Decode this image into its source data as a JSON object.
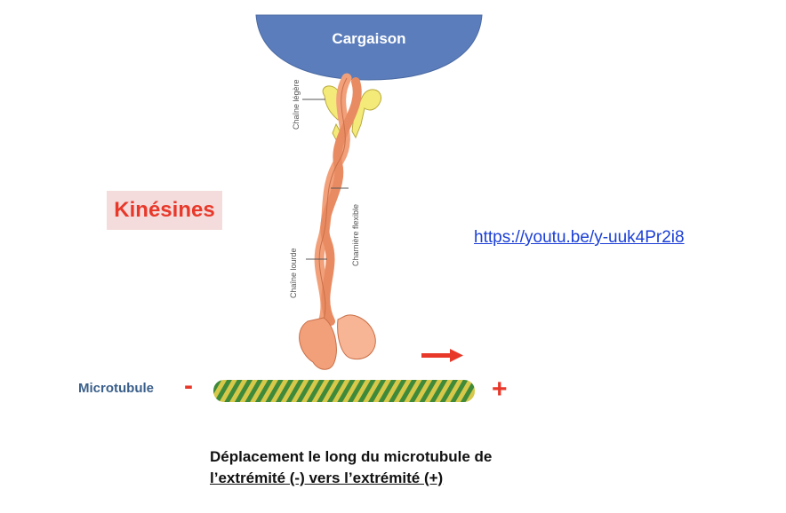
{
  "cargo": {
    "label": "Cargaison",
    "color": "#5b7dbb"
  },
  "title": {
    "text": "Kinésines",
    "color": "#e8382a",
    "background": "#f4dcdc"
  },
  "link": {
    "text": "https://youtu.be/y-uuk4Pr2i8"
  },
  "diagram_labels": {
    "light_chain": "Chaîne légère",
    "flexible_hinge": "Charnière flexible",
    "heavy_chain": "Chaîne lourde"
  },
  "microtubule": {
    "label": "Microtubule",
    "minus_end": "-",
    "plus_end": "+"
  },
  "caption": {
    "line1": "Déplacement le long du microtubule de",
    "line2": "l’extrémité (-) vers l’extrémité (+)"
  },
  "colors": {
    "kinesin": "#f2a07a",
    "kinesin_dark": "#c96f47",
    "light_chain": "#f3ea7a",
    "arrow": "#e8382a",
    "microtubule_green": "#3e8a3a",
    "microtubule_yellow": "#d7c84a"
  }
}
